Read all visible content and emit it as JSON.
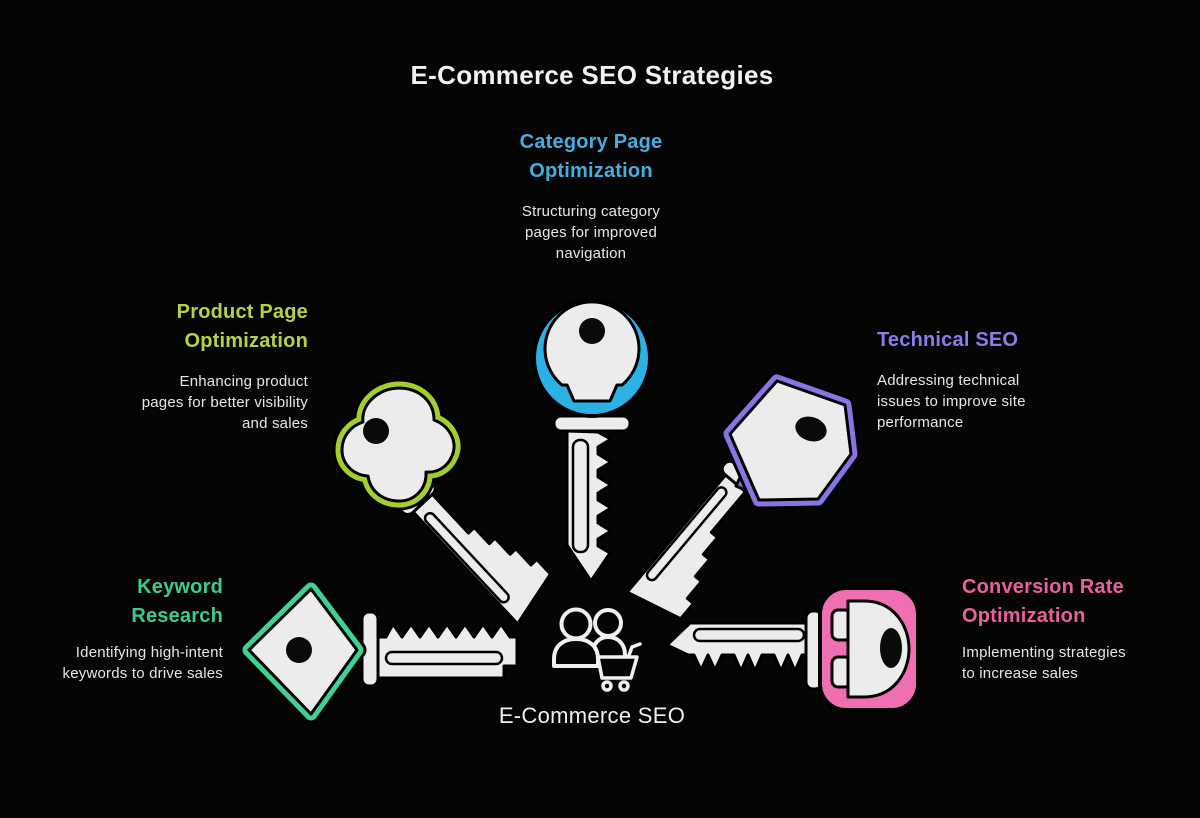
{
  "title": "E-Commerce SEO Strategies",
  "background_color": "#050505",
  "key_body_color": "#ececec",
  "body_text_color": "#e6e6e6",
  "center": {
    "label": "E-Commerce SEO",
    "icon": "people-shopping-cart-icon",
    "icon_color": "#f0f0f0"
  },
  "strategies": [
    {
      "name": "category-page-optimization",
      "position": "top-center",
      "heading": "Category Page\nOptimization",
      "description": "Structuring category\npages for improved\nnavigation",
      "accent_color": "#46aede",
      "key_color": "#2cb1e4",
      "key_head_shape": "circle"
    },
    {
      "name": "product-page-optimization",
      "position": "upper-left",
      "heading": "Product Page\nOptimization",
      "description": "Enhancing product\npages for better visibility\nand sales",
      "accent_color": "#bccf44",
      "key_color": "#a2cf2b",
      "key_head_shape": "clover"
    },
    {
      "name": "technical-seo",
      "position": "upper-right",
      "heading": "Technical SEO",
      "description": "Addressing technical\nissues to improve site\nperformance",
      "accent_color": "#8d7dea",
      "key_color": "#8b73e6",
      "key_head_shape": "hexagon"
    },
    {
      "name": "keyword-research",
      "position": "lower-left",
      "heading": "Keyword\nResearch",
      "description": "Identifying high-intent\nkeywords to drive sales",
      "accent_color": "#3bcc8c",
      "key_color": "#3fd194",
      "key_head_shape": "diamond"
    },
    {
      "name": "conversion-rate-optimization",
      "position": "lower-right",
      "heading": "Conversion Rate\nOptimization",
      "description": "Implementing strategies\nto increase sales",
      "accent_color": "#e9609f",
      "key_color": "#f06fb2",
      "key_head_shape": "rounded-square"
    }
  ]
}
